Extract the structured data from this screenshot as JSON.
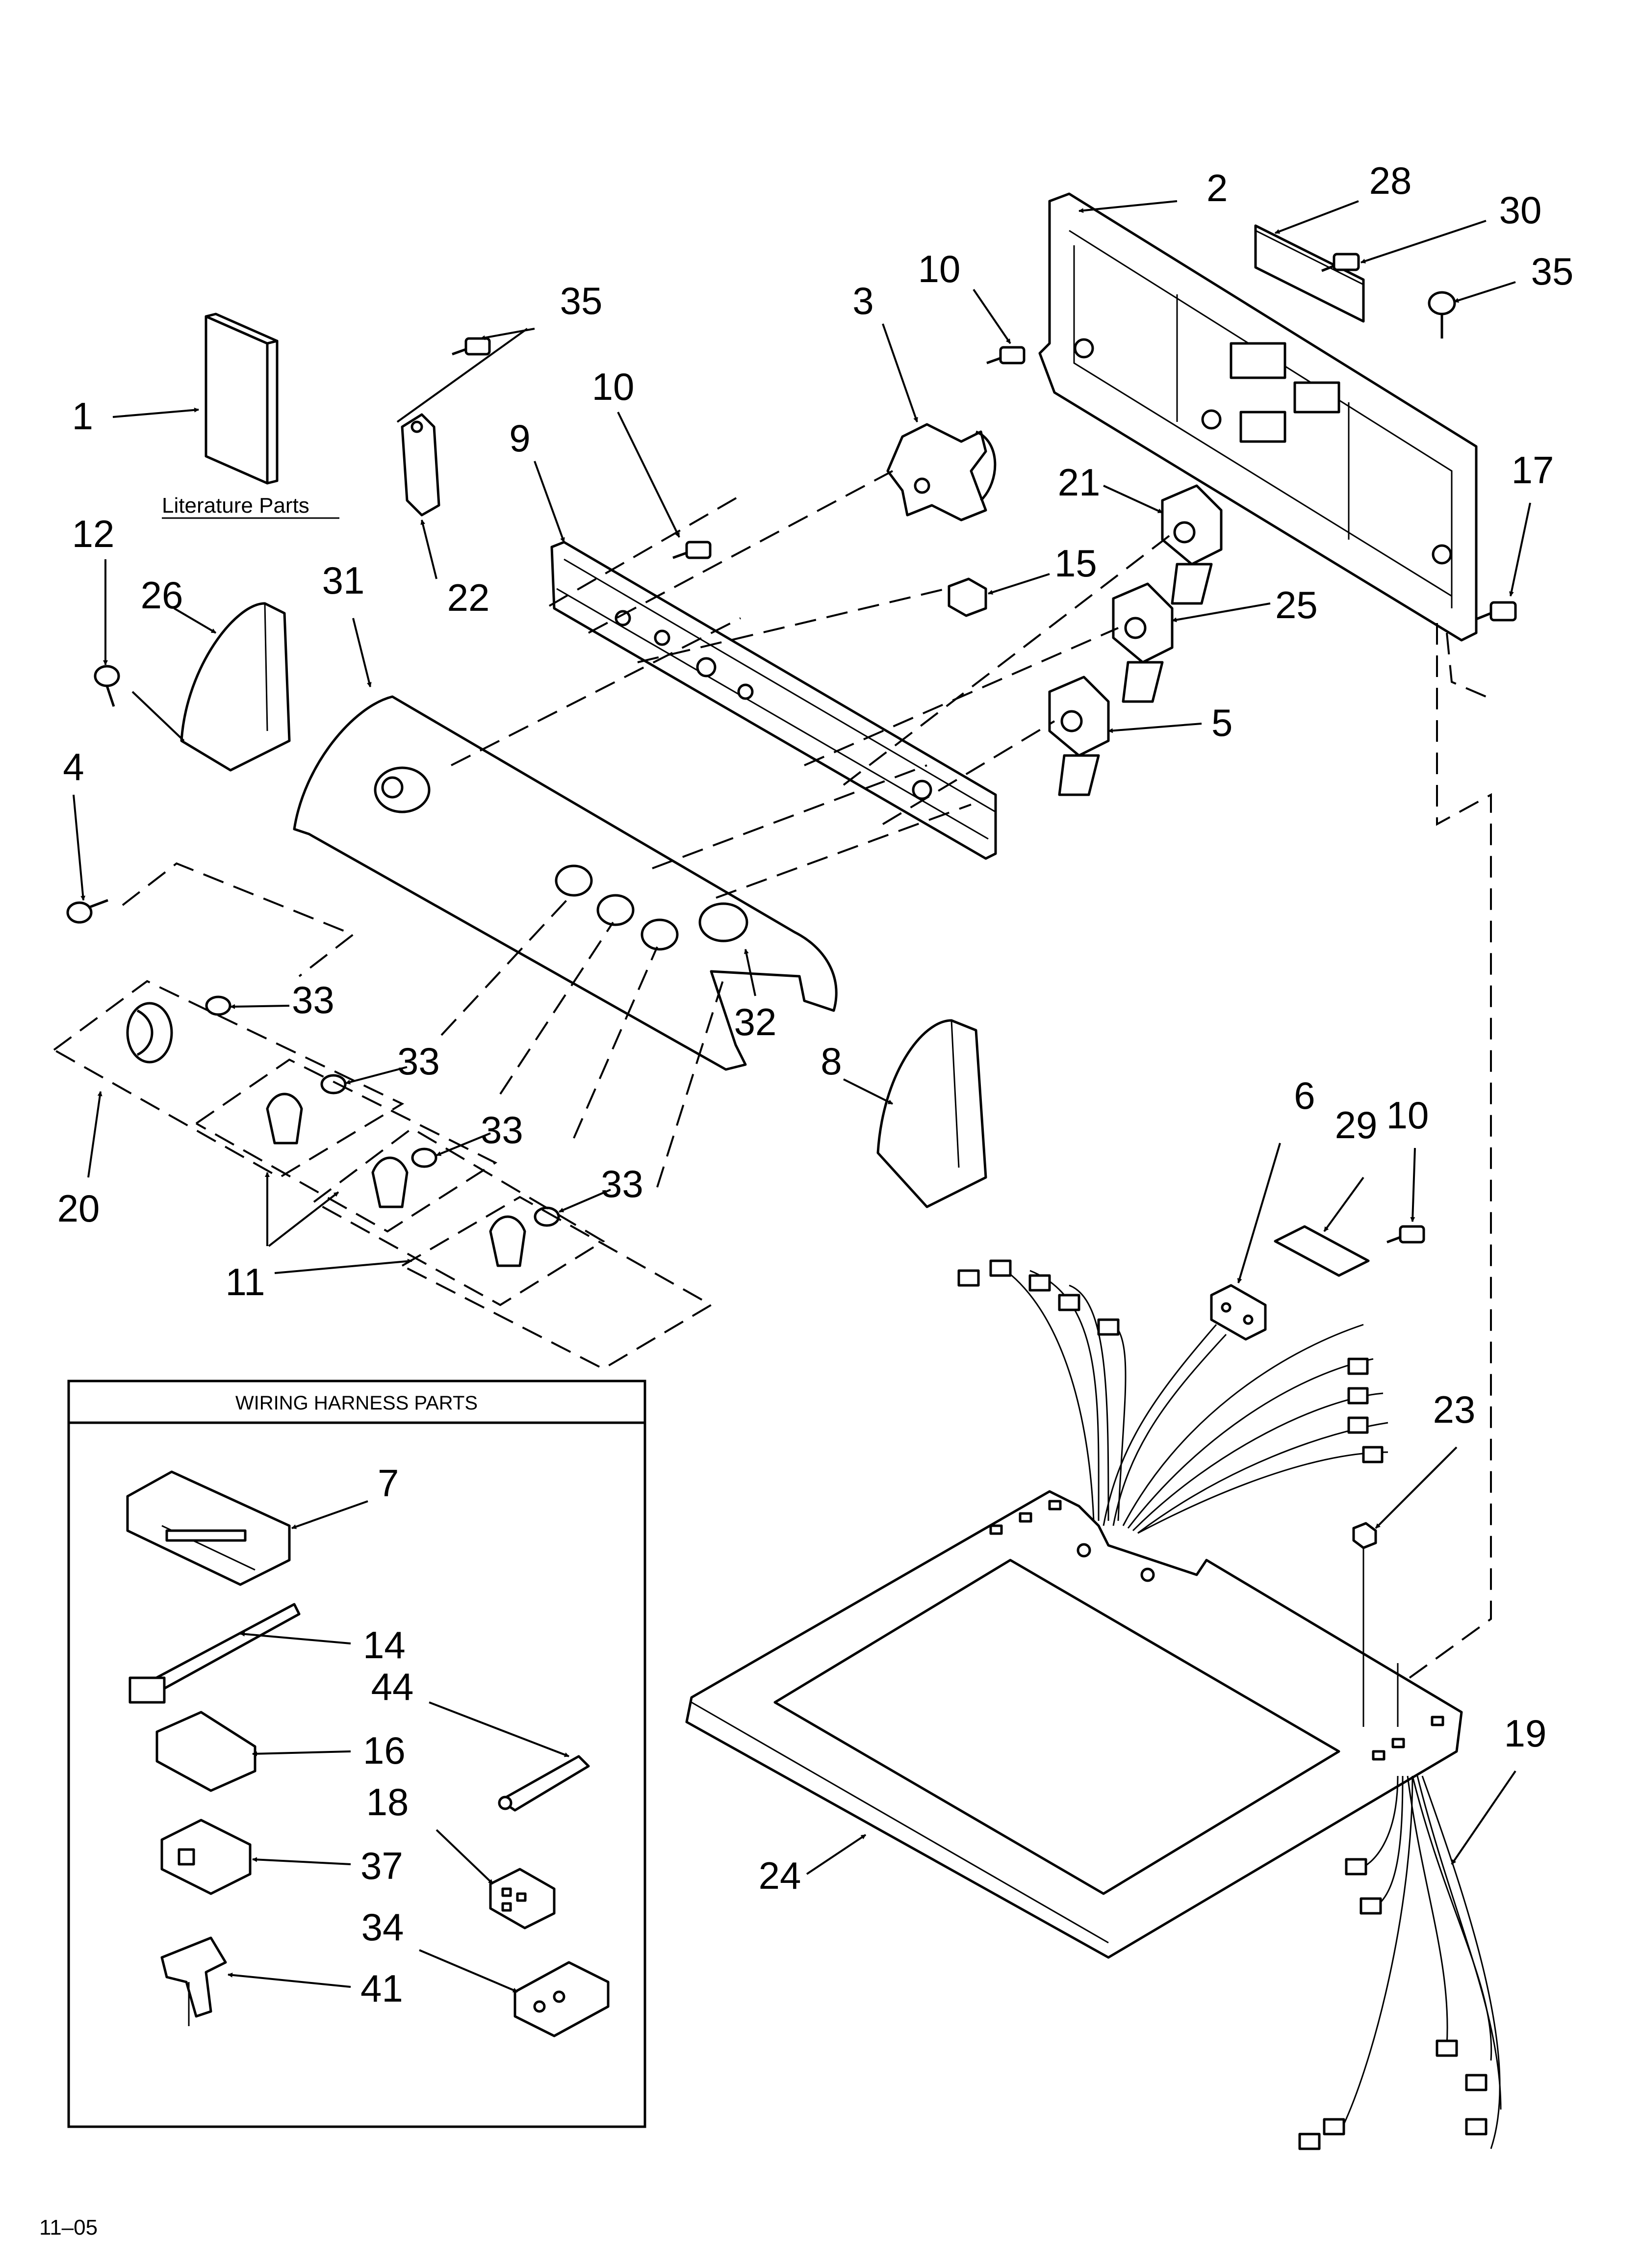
{
  "literature_caption": "Literature Parts",
  "wiring_box_title": "WIRING HARNESS PARTS",
  "footer_code": "11–05",
  "callouts": {
    "c1": "1",
    "c2": "2",
    "c3": "3",
    "c4": "4",
    "c5": "5",
    "c6": "6",
    "c7": "7",
    "c8": "8",
    "c9": "9",
    "c10a": "10",
    "c10b": "10",
    "c10c": "10",
    "c11": "11",
    "c12": "12",
    "c14": "14",
    "c15": "15",
    "c16": "16",
    "c17": "17",
    "c18": "18",
    "c19": "19",
    "c20": "20",
    "c21": "21",
    "c22": "22",
    "c23": "23",
    "c24": "24",
    "c25": "25",
    "c26": "26",
    "c28": "28",
    "c29": "29",
    "c30": "30",
    "c31": "31",
    "c32": "32",
    "c33a": "33",
    "c33b": "33",
    "c33c": "33",
    "c33d": "33",
    "c34": "34",
    "c35a": "35",
    "c35b": "35",
    "c37": "37",
    "c41": "41",
    "c44": "44"
  },
  "colors": {
    "ink": "#000000",
    "paper": "#ffffff"
  }
}
